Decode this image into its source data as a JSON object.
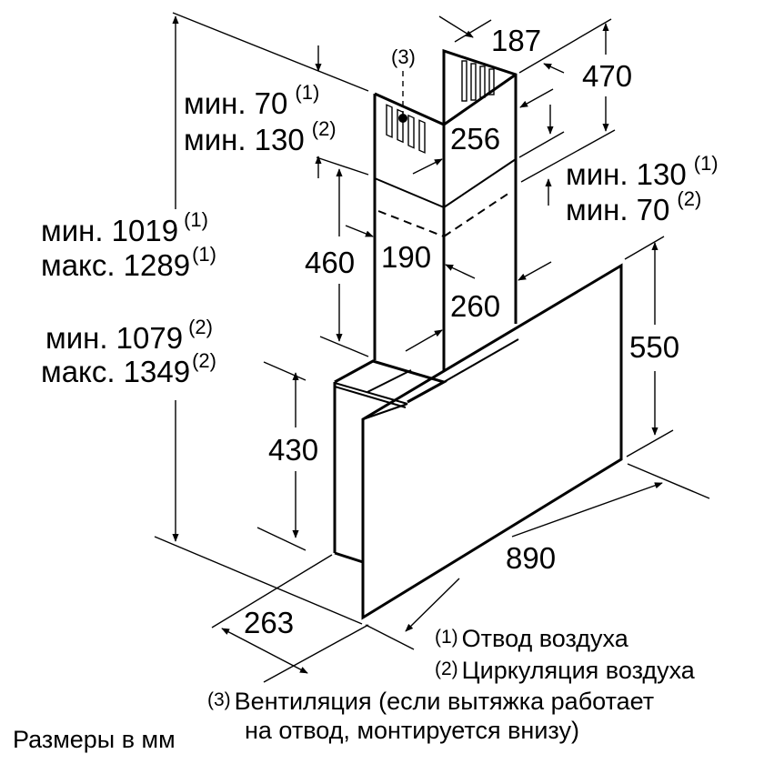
{
  "diagram": {
    "type": "technical-dimension-drawing",
    "subject": "wall-mounted inclined cooker hood",
    "units_note": "Размеры в мм"
  },
  "dimensions": {
    "chimney_upper_depth": "187",
    "chimney_upper_height": "470",
    "chimney_upper_width": "256",
    "chimney_lower_height": "460",
    "chimney_lower_depth": "190",
    "chimney_lower_width": "260",
    "hood_height": "550",
    "body_height": "430",
    "hood_width": "890",
    "hood_depth": "263"
  },
  "annotations": {
    "top_left": {
      "line1_prefix": "мин. 70",
      "line1_sup": "(1)",
      "line2_prefix": "мин. 130",
      "line2_sup": "(2)"
    },
    "right": {
      "line1_prefix": "мин. 130",
      "line1_sup": "(1)",
      "line2_prefix": "мин. 70",
      "line2_sup": "(2)"
    },
    "total_height_exhaust": {
      "line1_prefix": "мин. 1019",
      "line1_sup": "(1)",
      "line2_prefix": "макс. 1289",
      "line2_sup": "(1)"
    },
    "total_height_recirc": {
      "line1_prefix": "мин. 1079",
      "line1_sup": "(2)",
      "line2_prefix": "макс. 1349",
      "line2_sup": "(2)"
    },
    "vent_marker": "(3)"
  },
  "legend": {
    "items": [
      {
        "num": "(1)",
        "text": "Отвод воздуха"
      },
      {
        "num": "(2)",
        "text": "Циркуляция воздуха"
      },
      {
        "num": "(3)",
        "text": "Вентиляция (если вытяжка работает",
        "text2": "на отвод, монтируется внизу)"
      }
    ]
  }
}
